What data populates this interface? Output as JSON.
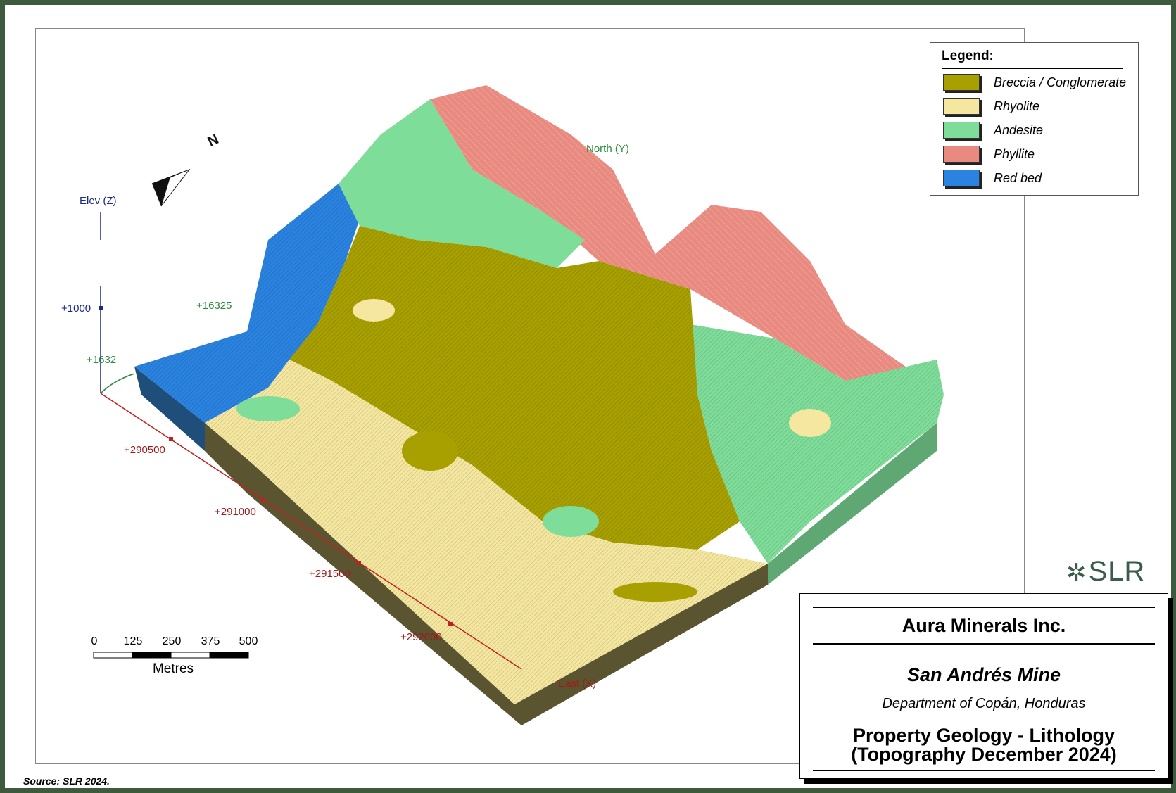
{
  "figure": {
    "source": "Source:  SLR 2024."
  },
  "axes": {
    "elev_label": "Elev (Z)",
    "elev_tick": "+1000",
    "north_label": "North (Y)",
    "north_tick_1": "+16325",
    "north_tick_2": "+1632",
    "east_label": "East (X)",
    "east_ticks": [
      "+290500",
      "+291000",
      "+291500",
      "+292000"
    ]
  },
  "north_arrow": {
    "letter": "N",
    "icon": "north-arrow-icon"
  },
  "legend": {
    "title": "Legend:",
    "items": [
      {
        "label": "Breccia / Conglomerate",
        "color": "#a8a000"
      },
      {
        "label": "Rhyolite",
        "color": "#f5e7a0"
      },
      {
        "label": "Andesite",
        "color": "#7fdd9a"
      },
      {
        "label": "Phyllite",
        "color": "#e98a80"
      },
      {
        "label": "Red bed",
        "color": "#2a83e0"
      }
    ]
  },
  "scale_bar": {
    "ticks": [
      "0",
      "125",
      "250",
      "375",
      "500"
    ],
    "units": "Metres"
  },
  "logo": {
    "text": "SLR",
    "icon": "slr-star-icon"
  },
  "title_block": {
    "company": "Aura Minerals Inc.",
    "mine": "San Andrés Mine",
    "department": "Department of Copán, Honduras",
    "title_line_1": "Property Geology - Lithology",
    "title_line_2": "(Topography December 2024)"
  },
  "colors": {
    "frame": "#3d5a3d",
    "breccia": "#a8a000",
    "rhyolite": "#f5e7a0",
    "andesite": "#7fdd9a",
    "phyllite": "#e98a80",
    "red_bed": "#2a83e0"
  }
}
